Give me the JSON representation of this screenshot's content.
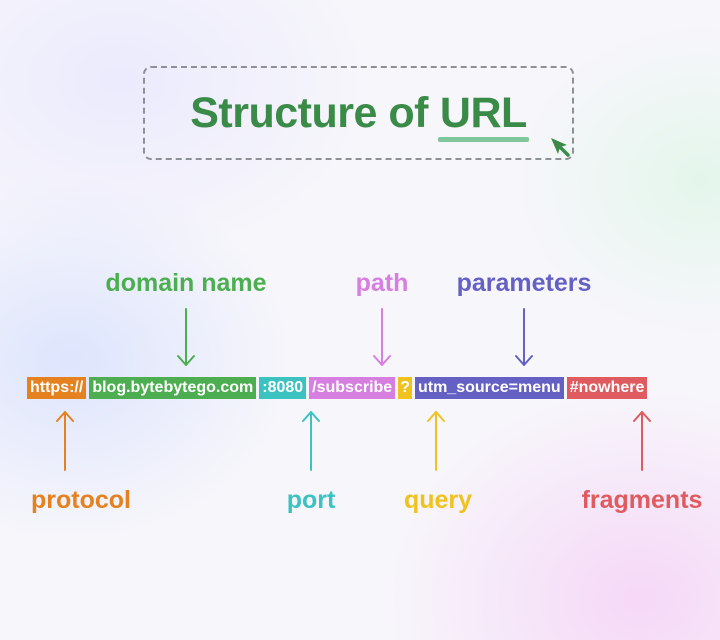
{
  "title": {
    "main": "Structure of",
    "highlight": "URL"
  },
  "url_segments": [
    {
      "text": "https://",
      "color": "#e6811f"
    },
    {
      "text": "blog.bytebytego.com",
      "color": "#4cae50"
    },
    {
      "text": ":8080",
      "color": "#3cc2c0"
    },
    {
      "text": "/subscribe",
      "color": "#d67fe0"
    },
    {
      "text": "?",
      "color": "#efc21f"
    },
    {
      "text": "utm_source=menu",
      "color": "#6560c4"
    },
    {
      "text": "#nowhere",
      "color": "#e05b5f"
    }
  ],
  "labels": {
    "domain_name": {
      "text": "domain name",
      "color": "#4cae50"
    },
    "path": {
      "text": "path",
      "color": "#d67fe0"
    },
    "parameters": {
      "text": "parameters",
      "color": "#6560c4"
    },
    "protocol": {
      "text": "protocol",
      "color": "#e6811f"
    },
    "port": {
      "text": "port",
      "color": "#3cc2c0"
    },
    "query": {
      "text": "query",
      "color": "#efc21f"
    },
    "fragments": {
      "text": "fragments",
      "color": "#e05b5f"
    }
  },
  "icons": {
    "cursor": "cursor-arrow-icon"
  }
}
